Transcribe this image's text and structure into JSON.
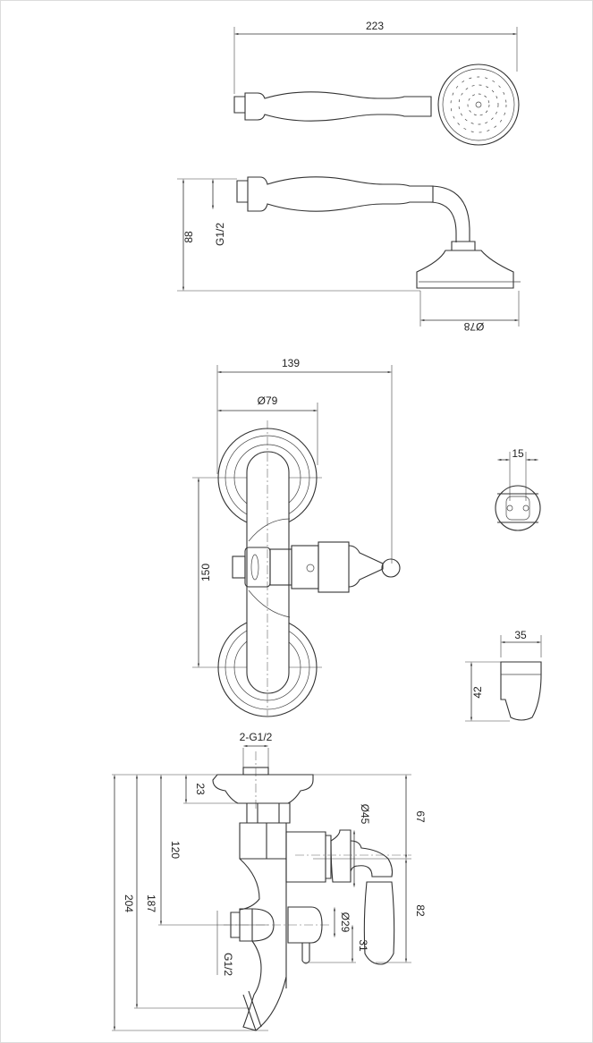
{
  "hand_shower_top": {
    "length": "223"
  },
  "hand_shower_side": {
    "height": "88",
    "thread": "G1/2",
    "head_diameter": "Ø78"
  },
  "mixer_front": {
    "width": "139",
    "rosette_diameter": "Ø79",
    "center_distance": "150"
  },
  "holder_top": {
    "width": "15"
  },
  "holder_side": {
    "width": "35",
    "height": "42"
  },
  "mixer_side": {
    "inlet_thread": "2-G1/2",
    "total_height": "204",
    "spout_height": "187",
    "outlet_height": "120",
    "rosette_depth": "23",
    "handle_top": "67",
    "handle_length": "82",
    "valve_diameter": "Ø45",
    "diverter_diameter": "Ø29",
    "diverter_offset": "31",
    "outlet_thread": "G1/2"
  }
}
